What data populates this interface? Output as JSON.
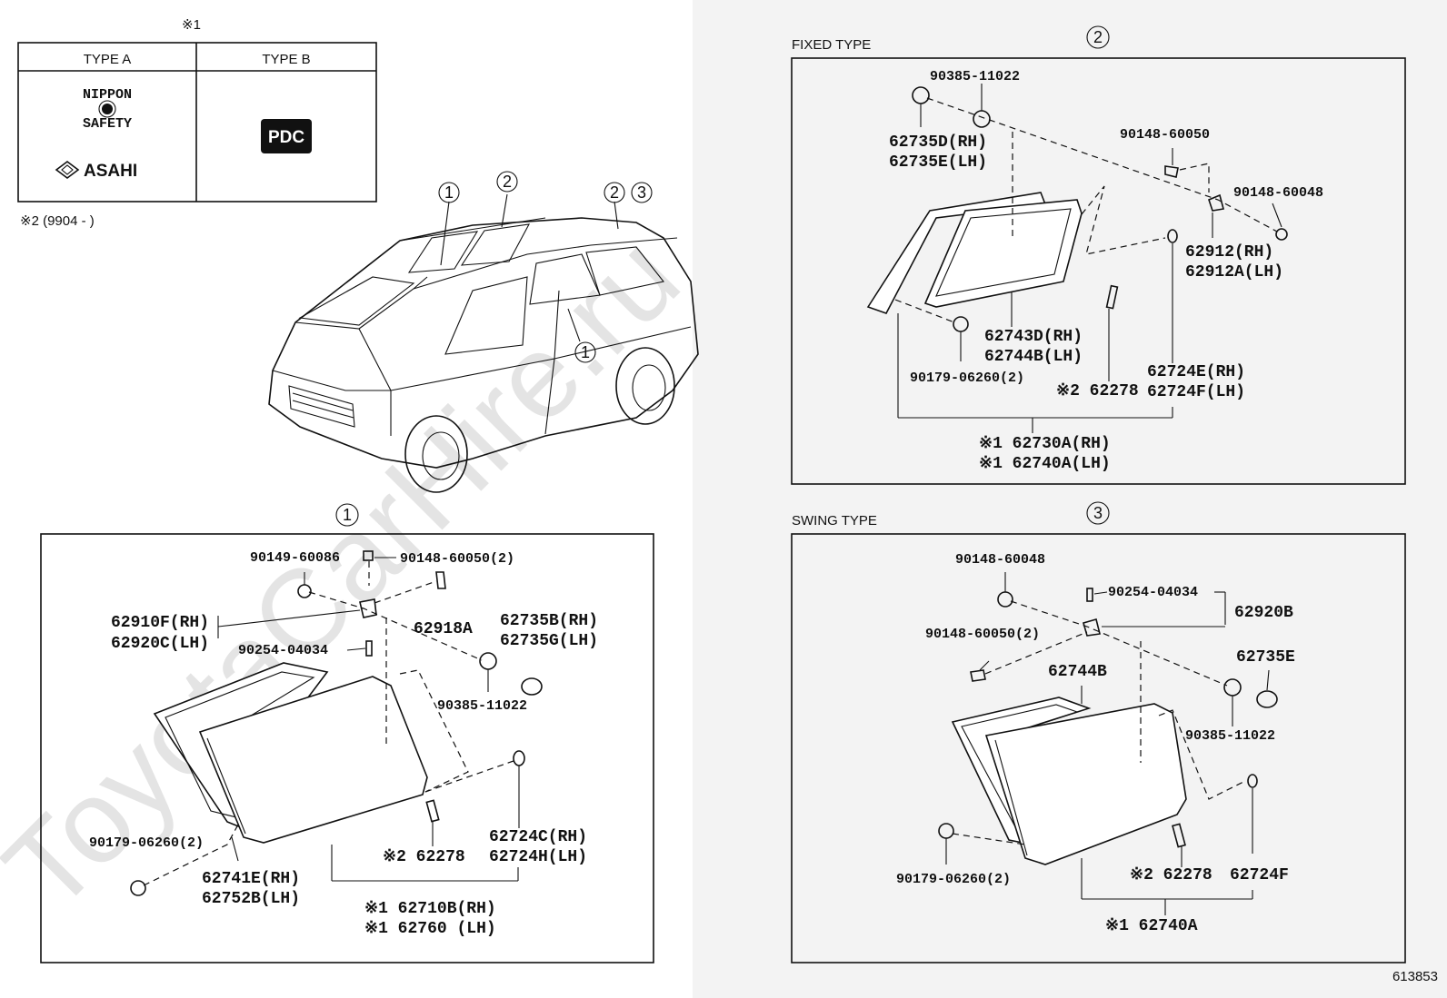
{
  "watermark": "ToyotaCarHire.ru",
  "footer_id": "613853",
  "legend": {
    "note_mark": "※1",
    "type_a": "TYPE A",
    "type_b": "TYPE B",
    "logo_a1_top": "NIPPON",
    "logo_a1_bottom": "SAFETY",
    "logo_a2": "ASAHI",
    "logo_b": "PDC",
    "note2": "※2 (9904 -        )"
  },
  "overview": {
    "callouts": [
      "1",
      "2",
      "2",
      "3",
      "1"
    ]
  },
  "panel1": {
    "number": "1",
    "parts": {
      "p90149": "90149-60086",
      "p90148": "90148-60050(2)",
      "p62918": "62918A",
      "p62910": "62910F(RH)",
      "p62920": "62920C(LH)",
      "p90254": "90254-04034",
      "p62735b": "62735B(RH)",
      "p62735g": "62735G(LH)",
      "p90385": "90385-11022",
      "p90179": "90179-06260(2)",
      "p62741": "62741E(RH)",
      "p62752": "62752B(LH)",
      "p62278": "※2 62278",
      "p62724c": "62724C(RH)",
      "p62724h": "62724H(LH)",
      "p62710": "※1 62710B(RH)",
      "p62760": "※1 62760 (LH)"
    }
  },
  "panel2": {
    "title": "FIXED TYPE",
    "number": "2",
    "parts": {
      "p90385": "90385-11022",
      "p62735d": "62735D(RH)",
      "p62735e": "62735E(LH)",
      "p90148a": "90148-60050",
      "p90148b": "90148-60048",
      "p62912": "62912(RH)",
      "p62912a": "62912A(LH)",
      "p62743": "62743D(RH)",
      "p62744": "62744B(LH)",
      "p90179": "90179-06260(2)",
      "p62278": "※2 62278",
      "p62724e": "62724E(RH)",
      "p62724f": "62724F(LH)",
      "p62730": "※1 62730A(RH)",
      "p62740": "※1 62740A(LH)"
    }
  },
  "panel3": {
    "title": "SWING TYPE",
    "number": "3",
    "parts": {
      "p90148a": "90148-60048",
      "p90254": "90254-04034",
      "p62920": "62920B",
      "p90148b": "90148-60050(2)",
      "p62735": "62735E",
      "p62744": "62744B",
      "p90385": "90385-11022",
      "p90179": "90179-06260(2)",
      "p62278": "※2 62278",
      "p62724": "62724F",
      "p62740": "※1 62740A"
    }
  }
}
